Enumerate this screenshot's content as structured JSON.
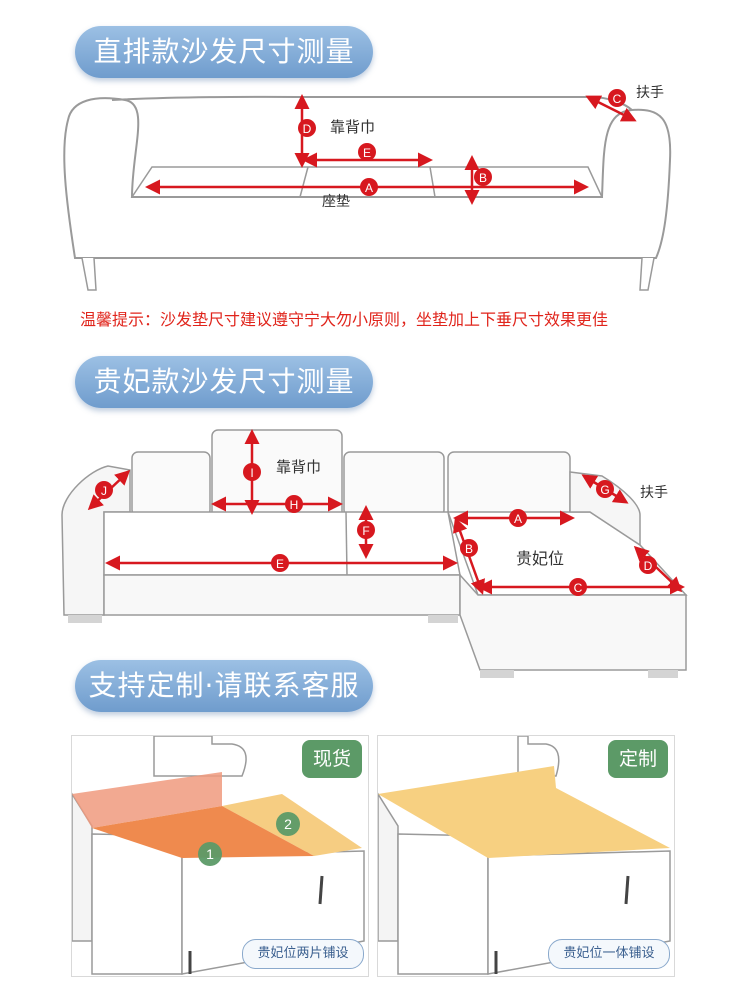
{
  "sections": {
    "straight": {
      "title": "直排款沙发尺寸测量"
    },
    "chaise": {
      "title": "贵妃款沙发尺寸测量"
    },
    "custom": {
      "title": "支持定制·请联系客服"
    }
  },
  "straight_diagram": {
    "labels": {
      "backrest_towel": "靠背巾",
      "armrest": "扶手",
      "seat_cushion": "座垫"
    },
    "markers": [
      "A",
      "B",
      "C",
      "D",
      "E"
    ]
  },
  "tip": "温馨提示：沙发垫尺寸建议遵守宁大勿小原则，坐垫加上下垂尺寸效果更佳",
  "chaise_diagram": {
    "labels": {
      "backrest_towel": "靠背巾",
      "armrest": "扶手",
      "chaise_seat": "贵妃位"
    },
    "markers": [
      "A",
      "B",
      "C",
      "D",
      "E",
      "F",
      "G",
      "H",
      "I",
      "J"
    ]
  },
  "panels": {
    "left": {
      "tag": "现货",
      "caption": "贵妃位两片铺设",
      "piece1": "1",
      "piece2": "2"
    },
    "right": {
      "tag": "定制",
      "caption": "贵妃位一体铺设"
    }
  },
  "colors": {
    "pill": "#7ea8d6",
    "measure": "#d7181f",
    "tip": "#e0241b",
    "tag": "#5c9a67",
    "cushion_piece1": "#ef8a4e",
    "cushion_piece2": "#f6cd82",
    "cushion_full": "#f7d081"
  }
}
